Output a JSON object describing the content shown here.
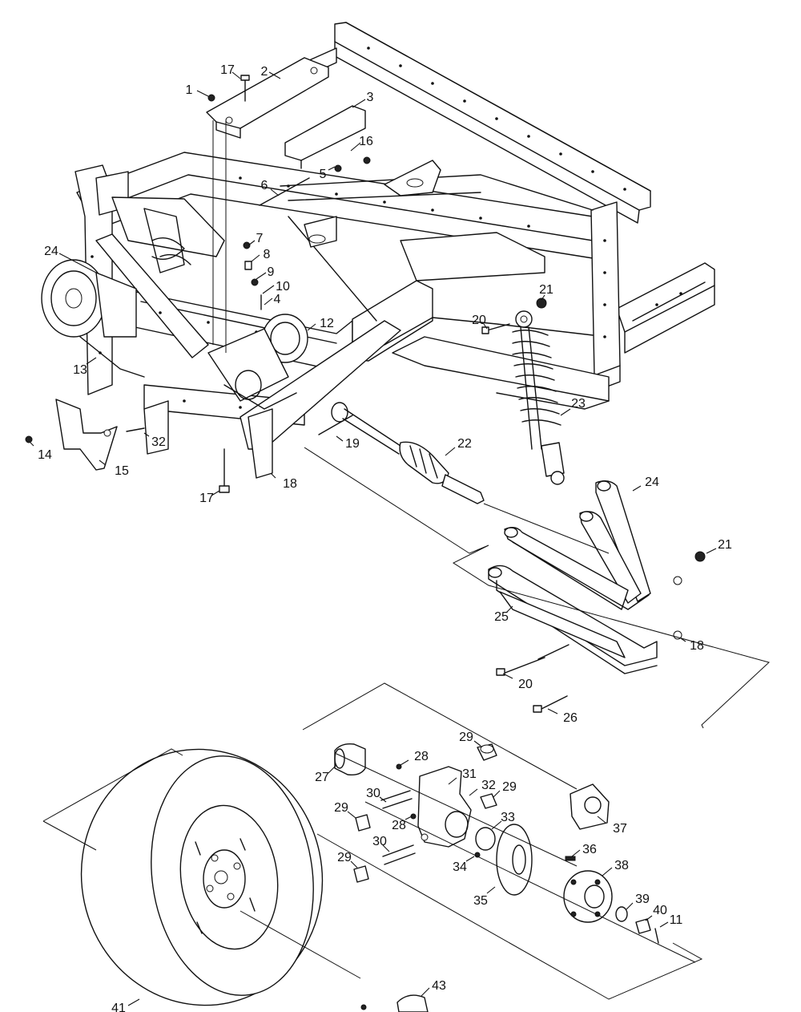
{
  "callouts": [
    {
      "label": "1"
    },
    {
      "label": "2"
    },
    {
      "label": "3"
    },
    {
      "label": "16"
    },
    {
      "label": "17"
    },
    {
      "label": "5"
    },
    {
      "label": "6"
    },
    {
      "label": "7"
    },
    {
      "label": "8"
    },
    {
      "label": "9"
    },
    {
      "label": "10"
    },
    {
      "label": "4"
    },
    {
      "label": "12"
    },
    {
      "label": "24"
    },
    {
      "label": "13"
    },
    {
      "label": "14"
    },
    {
      "label": "15"
    },
    {
      "label": "32"
    },
    {
      "label": "17"
    },
    {
      "label": "18"
    },
    {
      "label": "19"
    },
    {
      "label": "22"
    },
    {
      "label": "21"
    },
    {
      "label": "20"
    },
    {
      "label": "23"
    },
    {
      "label": "24"
    },
    {
      "label": "21"
    },
    {
      "label": "25"
    },
    {
      "label": "18"
    },
    {
      "label": "20"
    },
    {
      "label": "26"
    },
    {
      "label": "27"
    },
    {
      "label": "28"
    },
    {
      "label": "29"
    },
    {
      "label": "31"
    },
    {
      "label": "32"
    },
    {
      "label": "29"
    },
    {
      "label": "30"
    },
    {
      "label": "29"
    },
    {
      "label": "28"
    },
    {
      "label": "33"
    },
    {
      "label": "30"
    },
    {
      "label": "37"
    },
    {
      "label": "29"
    },
    {
      "label": "34"
    },
    {
      "label": "36"
    },
    {
      "label": "38"
    },
    {
      "label": "35"
    },
    {
      "label": "39"
    },
    {
      "label": "40"
    },
    {
      "label": "11"
    },
    {
      "label": "43"
    },
    {
      "label": "41"
    }
  ]
}
